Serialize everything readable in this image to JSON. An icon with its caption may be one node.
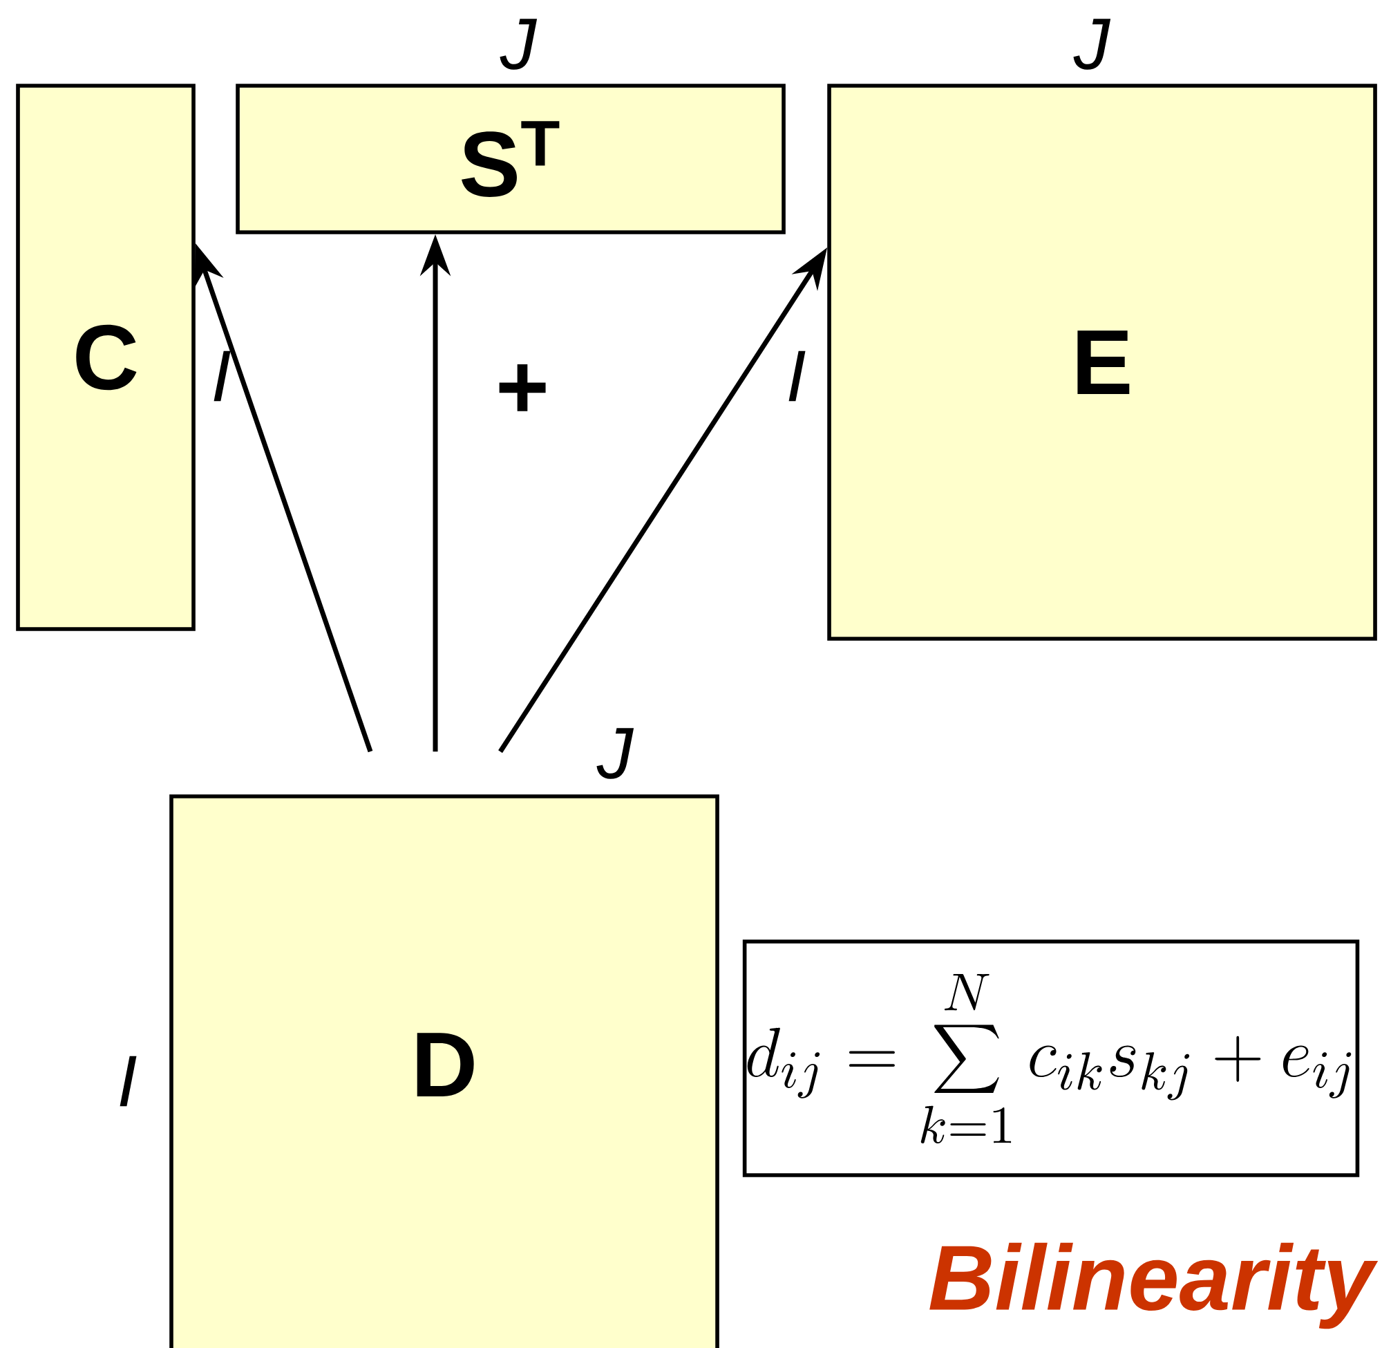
{
  "diagram": {
    "nodes": [
      {
        "text": [
          "C"
        ],
        "beside": [
          "I"
        ]
      },
      {
        "text": [
          "S$^{T}$"
        ],
        "beside": [
          "J"
        ]
      },
      {
        "text": [
          "E"
        ],
        "beside": [
          "J",
          "I"
        ]
      },
      {
        "text": [
          "D"
        ],
        "beside": [
          "J",
          "I"
        ]
      },
      {
        "text": [
          "d_{ij}=\\sum_{k=1}^{N} c_{ik}s_{kj}+e_{ij}"
        ]
      }
    ],
    "edges": [
      {
        "from": 3,
        "to": 0,
        "arrow": "to"
      },
      {
        "from": 3,
        "to": 1,
        "arrow": "to"
      },
      {
        "from": 3,
        "to": 2,
        "arrow": "to"
      }
    ],
    "labels": [
      "+",
      "Bilinearity"
    ]
  }
}
